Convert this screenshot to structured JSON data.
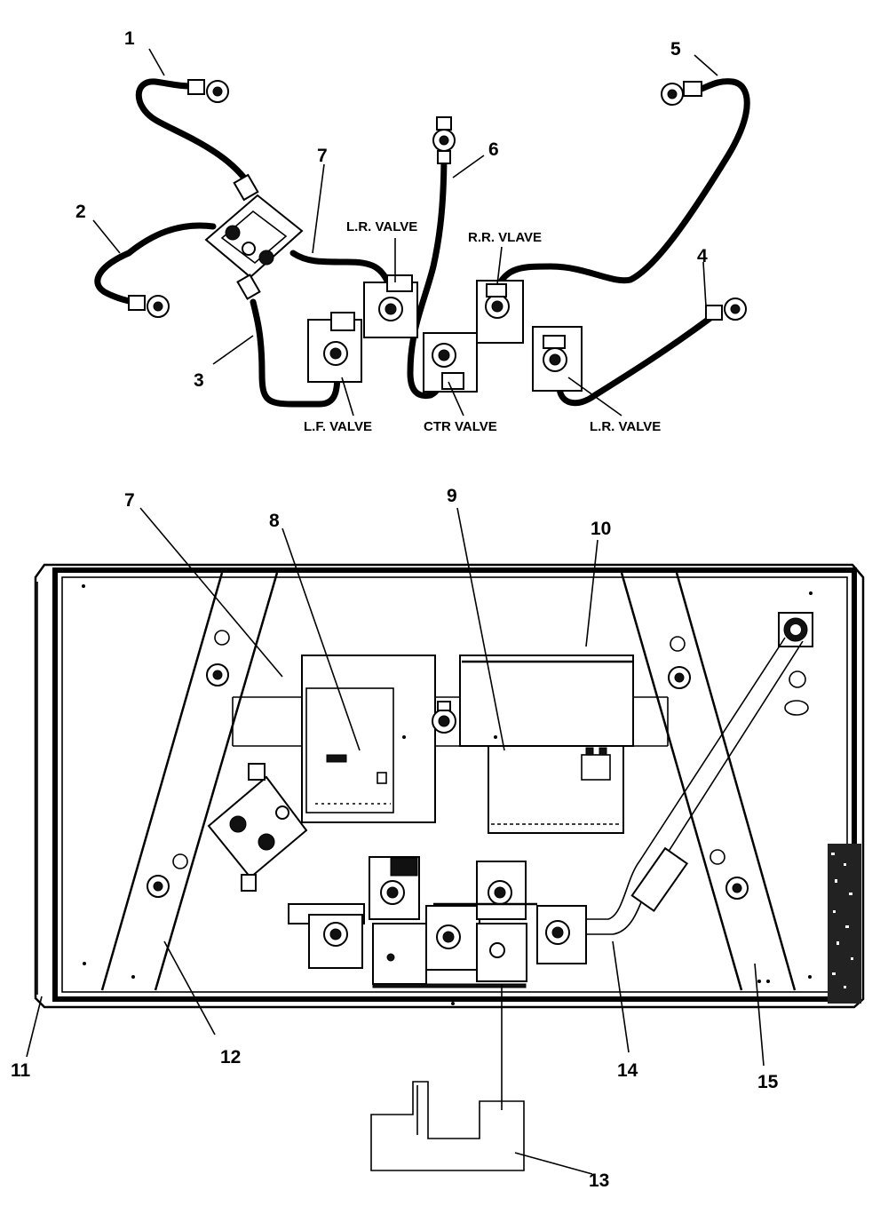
{
  "callouts": {
    "c1": "1",
    "c2": "2",
    "c3": "3",
    "c4": "4",
    "c5": "5",
    "c6": "6",
    "c7_top": "7",
    "c7_bottom": "7",
    "c8": "8",
    "c9": "9",
    "c10": "10",
    "c11": "11",
    "c12": "12",
    "c13": "13",
    "c14": "14",
    "c15": "15"
  },
  "valve_labels": {
    "lr_top": "L.R. VALVE",
    "rr_top": "R.R. VLAVE",
    "lf": "L.F. VALVE",
    "ctr": "CTR VALVE",
    "lr_bottom": "L.R. VALVE"
  }
}
